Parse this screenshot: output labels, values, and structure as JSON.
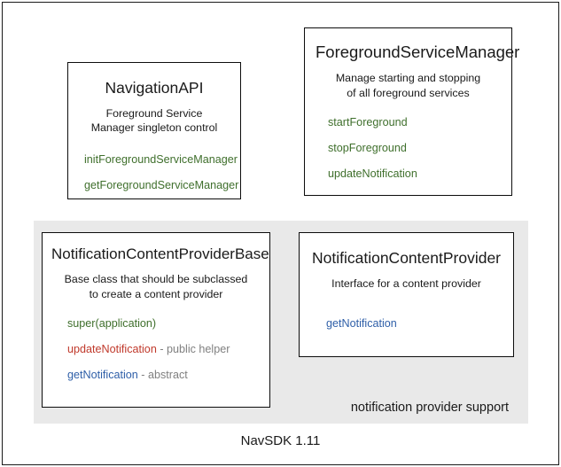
{
  "figure": {
    "caption": "NavSDK 1.11",
    "group_label": "notification provider support",
    "colors": {
      "green": "#3f6f2c",
      "red": "#c0392b",
      "blue": "#2f5fa8",
      "gray_note": "#808080",
      "band": "#e9e9e9",
      "border": "#0d0d0d"
    }
  },
  "boxes": {
    "navigation_api": {
      "title": "NavigationAPI",
      "description_line1": "Foreground Service",
      "description_line2": "Manager singleton control",
      "methods": [
        {
          "name": "initForegroundServiceManager",
          "note": ""
        },
        {
          "name": "getForegroundServiceManager",
          "note": ""
        }
      ]
    },
    "foreground_service_manager": {
      "title": "ForegroundServiceManager",
      "description_line1": "Manage starting and stopping",
      "description_line2": "of all foreground services",
      "methods": [
        {
          "name": "startForeground",
          "note": ""
        },
        {
          "name": "stopForeground",
          "note": ""
        },
        {
          "name": "updateNotification",
          "note": ""
        }
      ]
    },
    "notification_content_provider_base": {
      "title": "NotificationContentProviderBase",
      "description_line1": "Base class that should be subclassed",
      "description_line2": "to create a content provider",
      "methods": [
        {
          "name": "super(application)",
          "note": ""
        },
        {
          "name": "updateNotification",
          "note": " - public helper"
        },
        {
          "name": "getNotification",
          "note": " - abstract"
        }
      ]
    },
    "notification_content_provider": {
      "title": "NotificationContentProvider",
      "description_line1": "Interface for a content provider",
      "description_line2": "",
      "methods": [
        {
          "name": "getNotification",
          "note": ""
        }
      ]
    }
  }
}
